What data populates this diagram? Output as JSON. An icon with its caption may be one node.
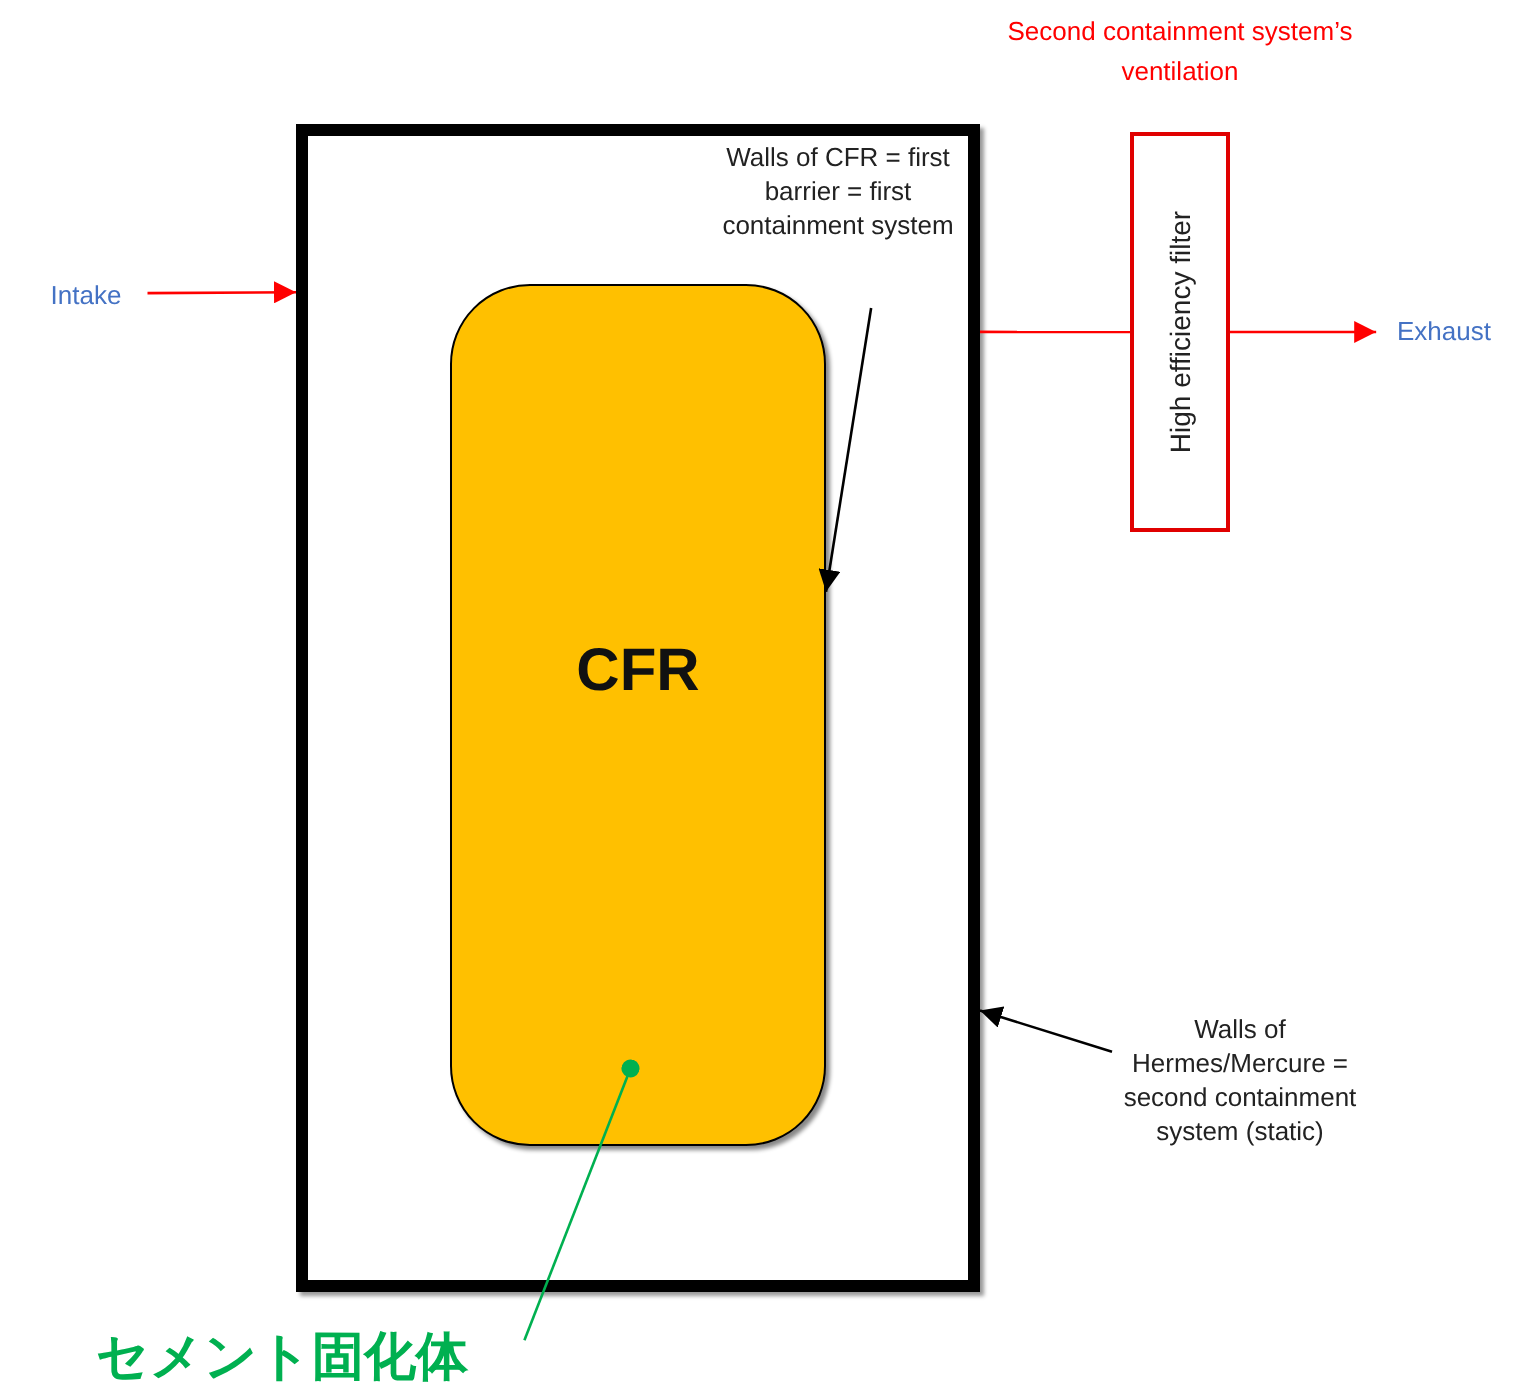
{
  "diagram": {
    "nodes": [
      {
        "text": [],
        "shape": "box"
      },
      {
        "text": [
          "Walls of CFR = first barrier = first containment system"
        ],
        "in": 0
      },
      {
        "text": [
          "CFR"
        ],
        "in": 0
      },
      {
        "text": [
          "Intake"
        ]
      },
      {
        "text": [
          "High efficiency filter"
        ],
        "beside": [
          "Second containment system’s ventilation"
        ]
      },
      {
        "text": [
          "Exhaust"
        ]
      },
      {
        "text": [
          "Walls of Hermes/Mercure = second containment system (static)"
        ]
      },
      {
        "text": [
          "セメント固化体"
        ]
      }
    ],
    "edges": [
      {
        "from": 3,
        "to": 0,
        "arrow": "to",
        "color": "#ff0000"
      },
      {
        "from": 1,
        "to": 2,
        "arrow": "to",
        "color": "#000000"
      },
      {
        "from": 0,
        "to": 4,
        "arrow": "none",
        "color": "#ff0000"
      },
      {
        "from": 4,
        "to": 5,
        "arrow": "to",
        "color": "#ff0000"
      },
      {
        "from": 6,
        "to": 0,
        "arrow": "to",
        "color": "#000000"
      },
      {
        "from": 7,
        "to": 2,
        "arrow": "other",
        "color": "#00b050"
      }
    ]
  }
}
